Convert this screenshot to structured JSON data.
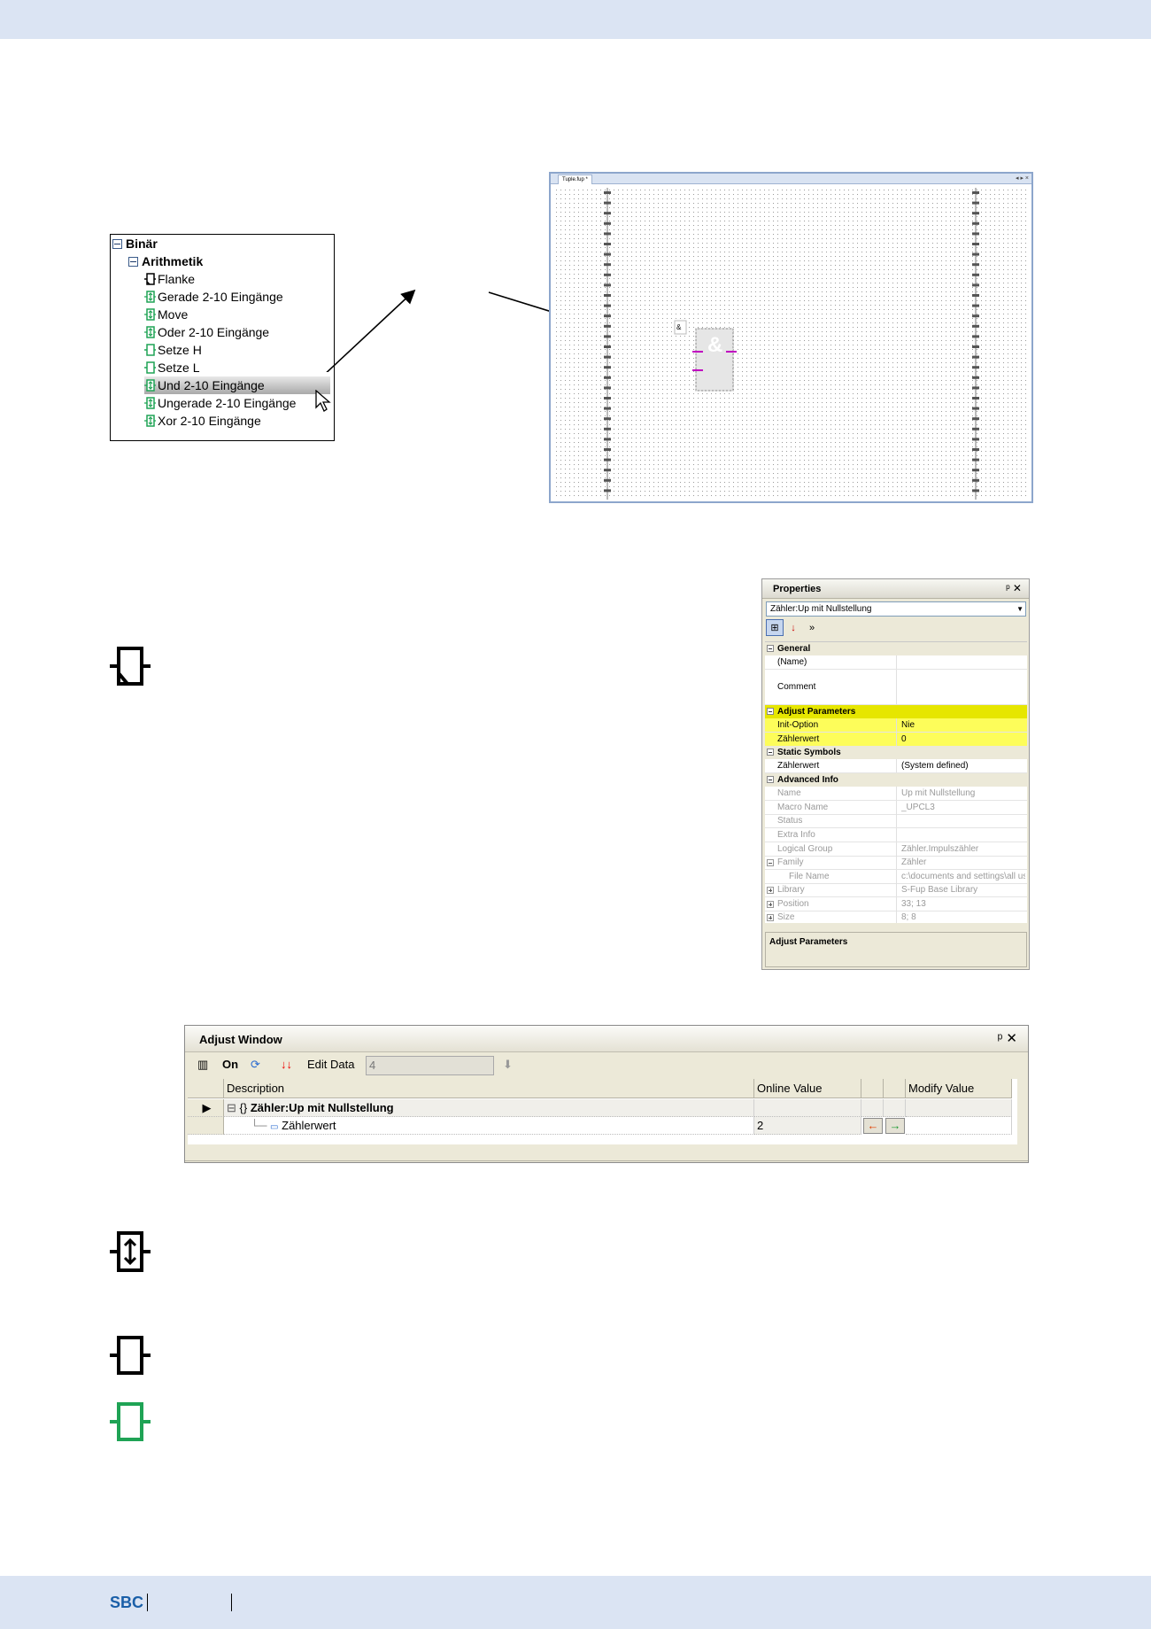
{
  "tree": {
    "root": "Binär",
    "group": "Arithmetik",
    "items": [
      "Flanke",
      "Gerade 2-10 Eingänge",
      "Move",
      "Oder 2-10 Eingänge",
      "Setze H",
      "Setze L",
      "Und 2-10 Eingänge",
      "Ungerade 2-10 Eingänge",
      "Xor 2-10 Eingänge"
    ],
    "selected": "Und 2-10 Eingänge"
  },
  "editor": {
    "tab_label": "Tuple.fup *",
    "tab_controls": "◂ ▸ ×",
    "block_label_small": "&",
    "block_label": "&"
  },
  "properties": {
    "title": "Properties",
    "close": "ᵖ ✕",
    "selected_object": "Zähler:Up mit Nullstellung",
    "toolbar": {
      "categorized": "⊞",
      "alphabetic": "↓",
      "more": "»"
    },
    "categories": {
      "general": "General",
      "adjust": "Adjust Parameters",
      "static": "Static Symbols",
      "advanced": "Advanced Info"
    },
    "general": [
      {
        "key": "(Name)",
        "value": ""
      },
      {
        "key": "Comment",
        "value": ""
      }
    ],
    "adjust": [
      {
        "key": "Init-Option",
        "value": "Nie"
      },
      {
        "key": "Zählerwert",
        "value": "0"
      }
    ],
    "static": [
      {
        "key": "Zählerwert",
        "value": "(System defined)"
      }
    ],
    "advanced": [
      {
        "key": "Name",
        "value": "Up mit Nullstellung"
      },
      {
        "key": "Macro Name",
        "value": "_UPCL3"
      },
      {
        "key": "Status",
        "value": ""
      },
      {
        "key": "Extra Info",
        "value": ""
      },
      {
        "key": "Logical Group",
        "value": "Zähler.Impulszähler"
      },
      {
        "key": "Family",
        "value": "Zähler"
      },
      {
        "key": "File Name",
        "value": "c:\\documents and settings\\all use"
      },
      {
        "key": "Library",
        "value": "S-Fup Base Library"
      },
      {
        "key": "Position",
        "value": "33; 13"
      },
      {
        "key": "Size",
        "value": "8; 8"
      }
    ],
    "description_title": "Adjust Parameters"
  },
  "adjust_window": {
    "title": "Adjust Window",
    "close": "ᵖ ✕",
    "toolbar": {
      "on_label": "On",
      "edit_label": "Edit Data",
      "edit_value": "4"
    },
    "columns": [
      "Description",
      "Online Value",
      "",
      "",
      "Modify Value"
    ],
    "rows": [
      {
        "description": "Zähler:Up mit Nullstellung",
        "online": "",
        "modify": ""
      },
      {
        "description": "Zählerwert",
        "online": "2",
        "modify": ""
      }
    ],
    "read_arrow": "←",
    "write_arrow": "→"
  },
  "footer": {
    "brand": "SBC"
  },
  "colors": {
    "band": "#dbe4f3",
    "brand": "#1a5fa8",
    "highlight": "#e6e600",
    "green_block": "#1fa355"
  }
}
